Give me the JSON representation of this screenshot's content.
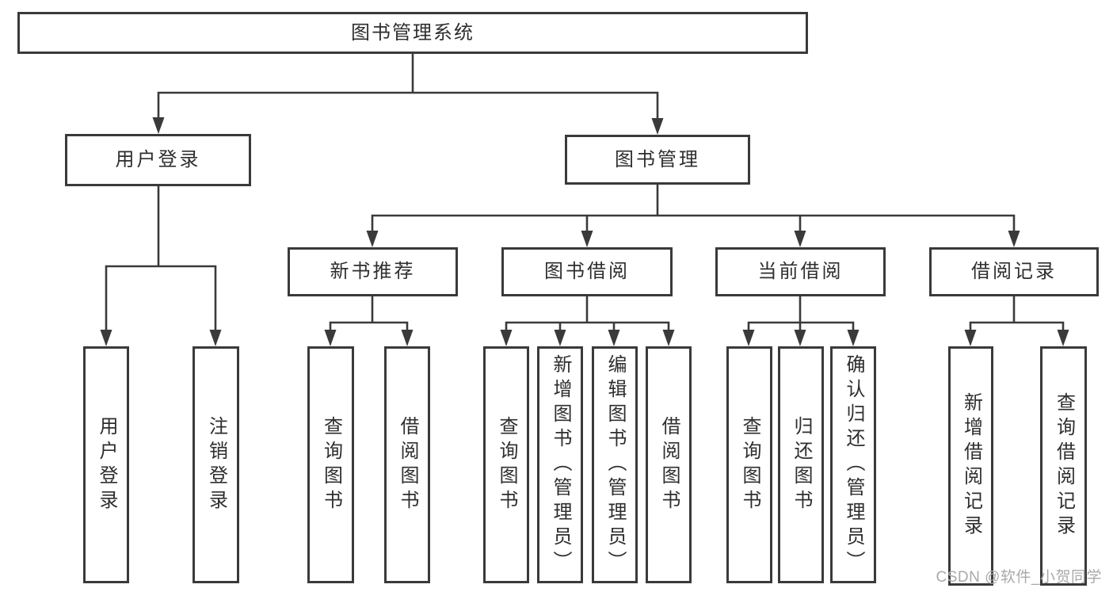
{
  "tree": {
    "label": "图书管理系统",
    "children": [
      {
        "label": "用户登录",
        "children": [
          {
            "label": "用户登录"
          },
          {
            "label": "注销登录"
          }
        ]
      },
      {
        "label": "图书管理",
        "children": [
          {
            "label": "新书推荐",
            "children": [
              {
                "label": "查询图书"
              },
              {
                "label": "借阅图书"
              }
            ]
          },
          {
            "label": "图书借阅",
            "children": [
              {
                "label": "查询图书"
              },
              {
                "label": "新增图书（管理员）"
              },
              {
                "label": "编辑图书（管理员）"
              },
              {
                "label": "借阅图书"
              }
            ]
          },
          {
            "label": "当前借阅",
            "children": [
              {
                "label": "查询图书"
              },
              {
                "label": "归还图书"
              },
              {
                "label": "确认归还（管理员）"
              }
            ]
          },
          {
            "label": "借阅记录",
            "children": [
              {
                "label": "新增借阅记录"
              },
              {
                "label": "查询借阅记录"
              }
            ]
          }
        ]
      }
    ]
  },
  "watermark": "CSDN @软件_小贺同学",
  "colors": {
    "line": "#3a3a3a",
    "text": "#2e2e2e",
    "box_fill": "#ffffff",
    "watermark": "#a9a9a9",
    "background": "#ffffff"
  }
}
